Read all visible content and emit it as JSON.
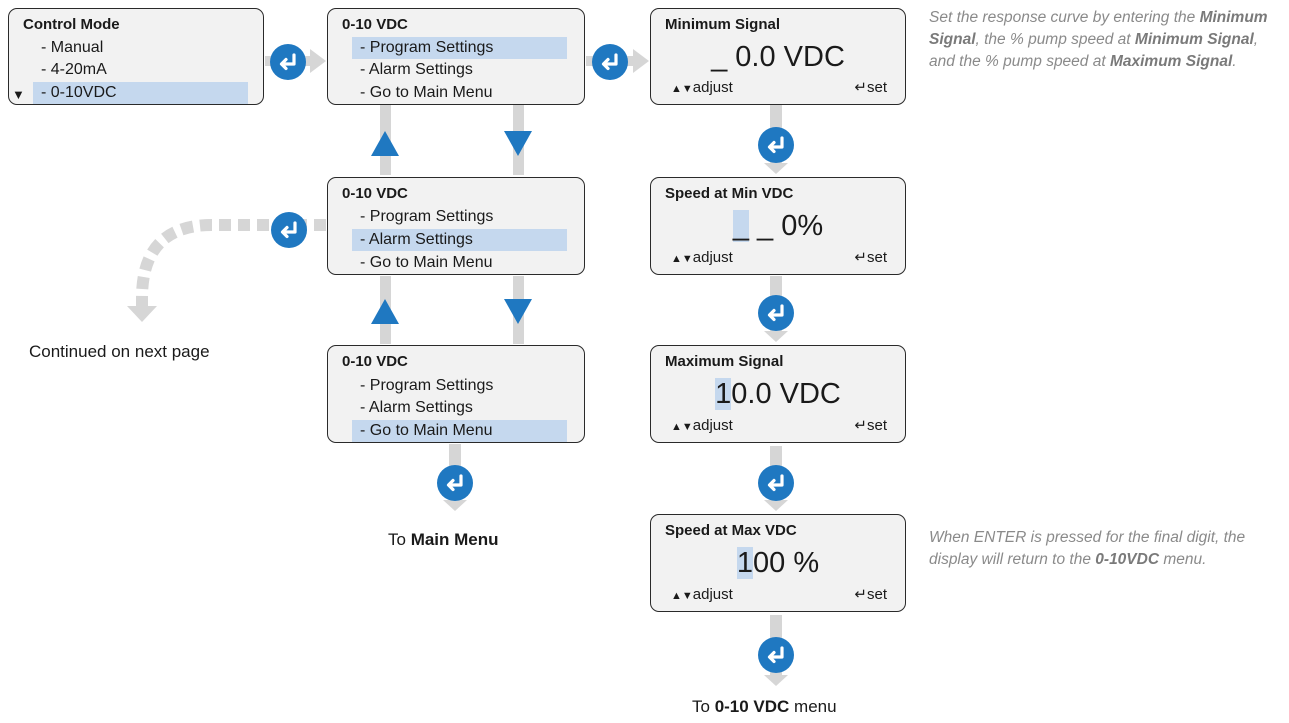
{
  "control_mode": {
    "title": "Control Mode",
    "items": [
      "- Manual",
      "- 4-20mA",
      "- 0-10VDC"
    ],
    "scroll_marker": "▼"
  },
  "menu_a": {
    "title": "0-10 VDC",
    "items": [
      "- Program Settings",
      "- Alarm Settings",
      "- Go to Main Menu"
    ]
  },
  "menu_b": {
    "title": "0-10 VDC",
    "items": [
      "- Program Settings",
      "- Alarm Settings",
      "- Go to Main Menu"
    ]
  },
  "menu_c": {
    "title": "0-10 VDC",
    "items": [
      "- Program Settings",
      "- Alarm Settings",
      "- Go to Main Menu"
    ]
  },
  "screen_min_signal": {
    "title": "Minimum Signal",
    "cursor": "_",
    "value": " 0.0 VDC",
    "adjust_label": "adjust",
    "set_label": "set"
  },
  "screen_speed_min": {
    "title": "Speed at Min VDC",
    "cursor": "_",
    "value": " _ 0%",
    "adjust_label": "adjust",
    "set_label": "set"
  },
  "screen_max_signal": {
    "title": "Maximum Signal",
    "cursor": "1",
    "value": "0.0 VDC",
    "adjust_label": "adjust",
    "set_label": "set"
  },
  "screen_speed_max": {
    "title": "Speed at Max VDC",
    "cursor": "1",
    "value": "00 %",
    "adjust_label": "adjust",
    "set_label": "set"
  },
  "symbols": {
    "up_down": "▲▼",
    "enter": "↵"
  },
  "note_top": {
    "t1": "Set the response curve by entering the ",
    "b1": "Minimum Signal",
    "t2": ", the % pump speed at ",
    "b2": "Minimum Signal",
    "t3": ", and the % pump speed at ",
    "b3": "Maximum Signal",
    "t4": "."
  },
  "note_bottom": {
    "t1": "When ENTER is pressed for the final digit, the display will return to the ",
    "b1": "0-10VDC",
    "t2": " menu."
  },
  "captions": {
    "continued": "Continued on next page",
    "to_main_prefix": "To ",
    "to_main_bold": "Main Menu",
    "to_vdc_prefix": "To ",
    "to_vdc_bold": "0-10 VDC",
    "to_vdc_suffix": " menu"
  },
  "colors": {
    "accent_blue": "#1f78c1",
    "highlight": "#c5d8ee",
    "connector_gray": "#d6d6d6",
    "note_gray": "#8a8a8a"
  }
}
